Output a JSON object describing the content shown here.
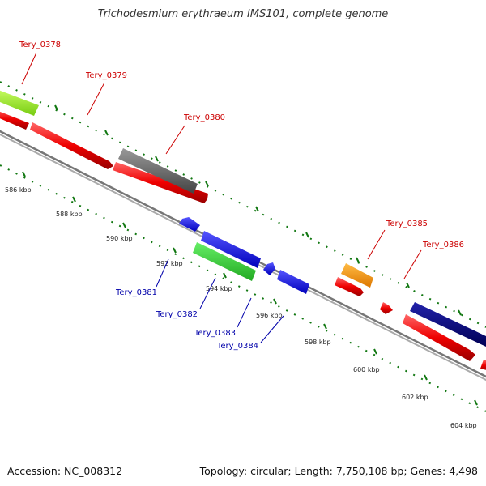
{
  "title": "Trichodesmium erythraeum IMS101, complete genome",
  "footer": {
    "accession": "Accession: NC_008312",
    "topology": "Topology: circular; Length: 7,750,108 bp; Genes: 4,498"
  },
  "ticks": [
    "586 kbp",
    "588 kbp",
    "590 kbp",
    "592 kbp",
    "594 kbp",
    "596 kbp",
    "598 kbp",
    "600 kbp",
    "602 kbp",
    "604 kbp"
  ],
  "genes": [
    {
      "label": "Tery_0378",
      "strand": "forward"
    },
    {
      "label": "Tery_0379",
      "strand": "forward"
    },
    {
      "label": "Tery_0380",
      "strand": "forward"
    },
    {
      "label": "Tery_0381",
      "strand": "reverse"
    },
    {
      "label": "Tery_0382",
      "strand": "reverse"
    },
    {
      "label": "Tery_0383",
      "strand": "reverse"
    },
    {
      "label": "Tery_0384",
      "strand": "reverse"
    },
    {
      "label": "Tery_0385",
      "strand": "forward"
    },
    {
      "label": "Tery_0386",
      "strand": "forward"
    }
  ],
  "colors": {
    "forward_label": "#cc0000",
    "reverse_label": "#0000aa",
    "cds": "#ee0000",
    "lime": "#99ee33",
    "gray": "#666666",
    "blue": "#1a1aee",
    "green": "#33cc33",
    "orange": "#ff9900",
    "navy": "#000077",
    "tick": "#116611",
    "backbone": "#888888"
  }
}
